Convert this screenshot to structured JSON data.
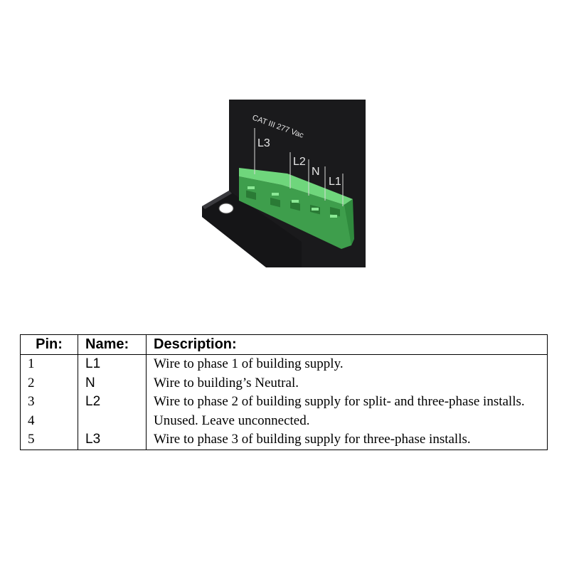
{
  "photo": {
    "marking": "CAT III 277 Vac",
    "labels": [
      "L3",
      "L2",
      "N",
      "L1"
    ],
    "colors": {
      "housing": "#1a1a1c",
      "connector": "#4bb85a",
      "enclosure_blue": "#3b61c4"
    }
  },
  "table": {
    "headers": {
      "pin": "Pin:",
      "name": "Name:",
      "description": "Description:"
    },
    "rows": [
      {
        "pin": "1",
        "name": "L1",
        "description": "Wire to phase 1 of building supply."
      },
      {
        "pin": "2",
        "name": "N",
        "description": "Wire to building’s Neutral."
      },
      {
        "pin": "3",
        "name": "L2",
        "description": "Wire to phase 2 of building supply for split- and three-phase installs."
      },
      {
        "pin": "4",
        "name": "",
        "description": "Unused. Leave unconnected."
      },
      {
        "pin": "5",
        "name": "L3",
        "description": "Wire to phase 3 of building supply for three-phase installs."
      }
    ]
  }
}
